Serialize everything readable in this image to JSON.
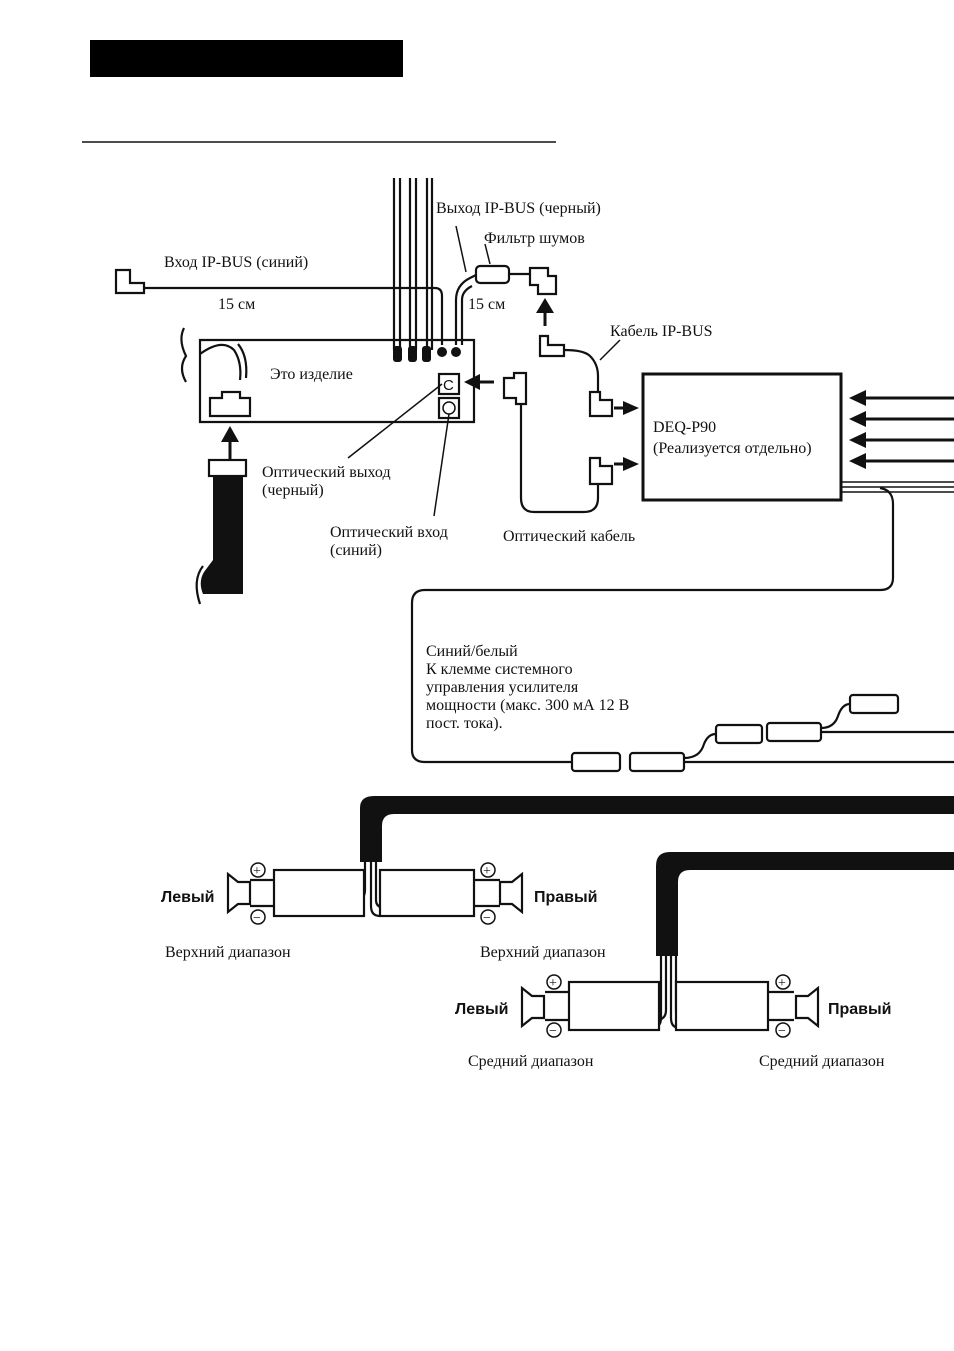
{
  "header": {
    "band_color": "#000000"
  },
  "labels": {
    "ipbus_in": "Вход IP-BUS (синий)",
    "ipbus_out": "Выход IP-BUS (черный)",
    "noise_filter": "Фильтр шумов",
    "len_left": "15 см",
    "len_right": "15 см",
    "ipbus_cable": "Кабель IP-BUS",
    "this_product": "Это изделие",
    "deq_model": "DEQ-P90",
    "deq_note": "(Реализуется отдельно)",
    "optical_out_1": "Оптический выход",
    "optical_out_2": "(черный)",
    "optical_in_1": "Оптический вход",
    "optical_in_2": "(синий)",
    "optical_cable": "Оптический кабель",
    "port_c": "C",
    "remote_1": "Синий/белый",
    "remote_2": "К клемме системного",
    "remote_3": "управления усилителя",
    "remote_4": "мощности (макс. 300 мА 12 В",
    "remote_5": "пост. тока)."
  },
  "speakers": {
    "high_left_side": "Левый",
    "high_right_side": "Правый",
    "high_left_range": "Верхний диапазон",
    "high_right_range": "Верхний диапазон",
    "mid_left_side": "Левый",
    "mid_right_side": "Правый",
    "mid_left_range": "Средний диапазон",
    "mid_right_range": "Средний диапазон",
    "plus": "+",
    "minus": "−"
  }
}
